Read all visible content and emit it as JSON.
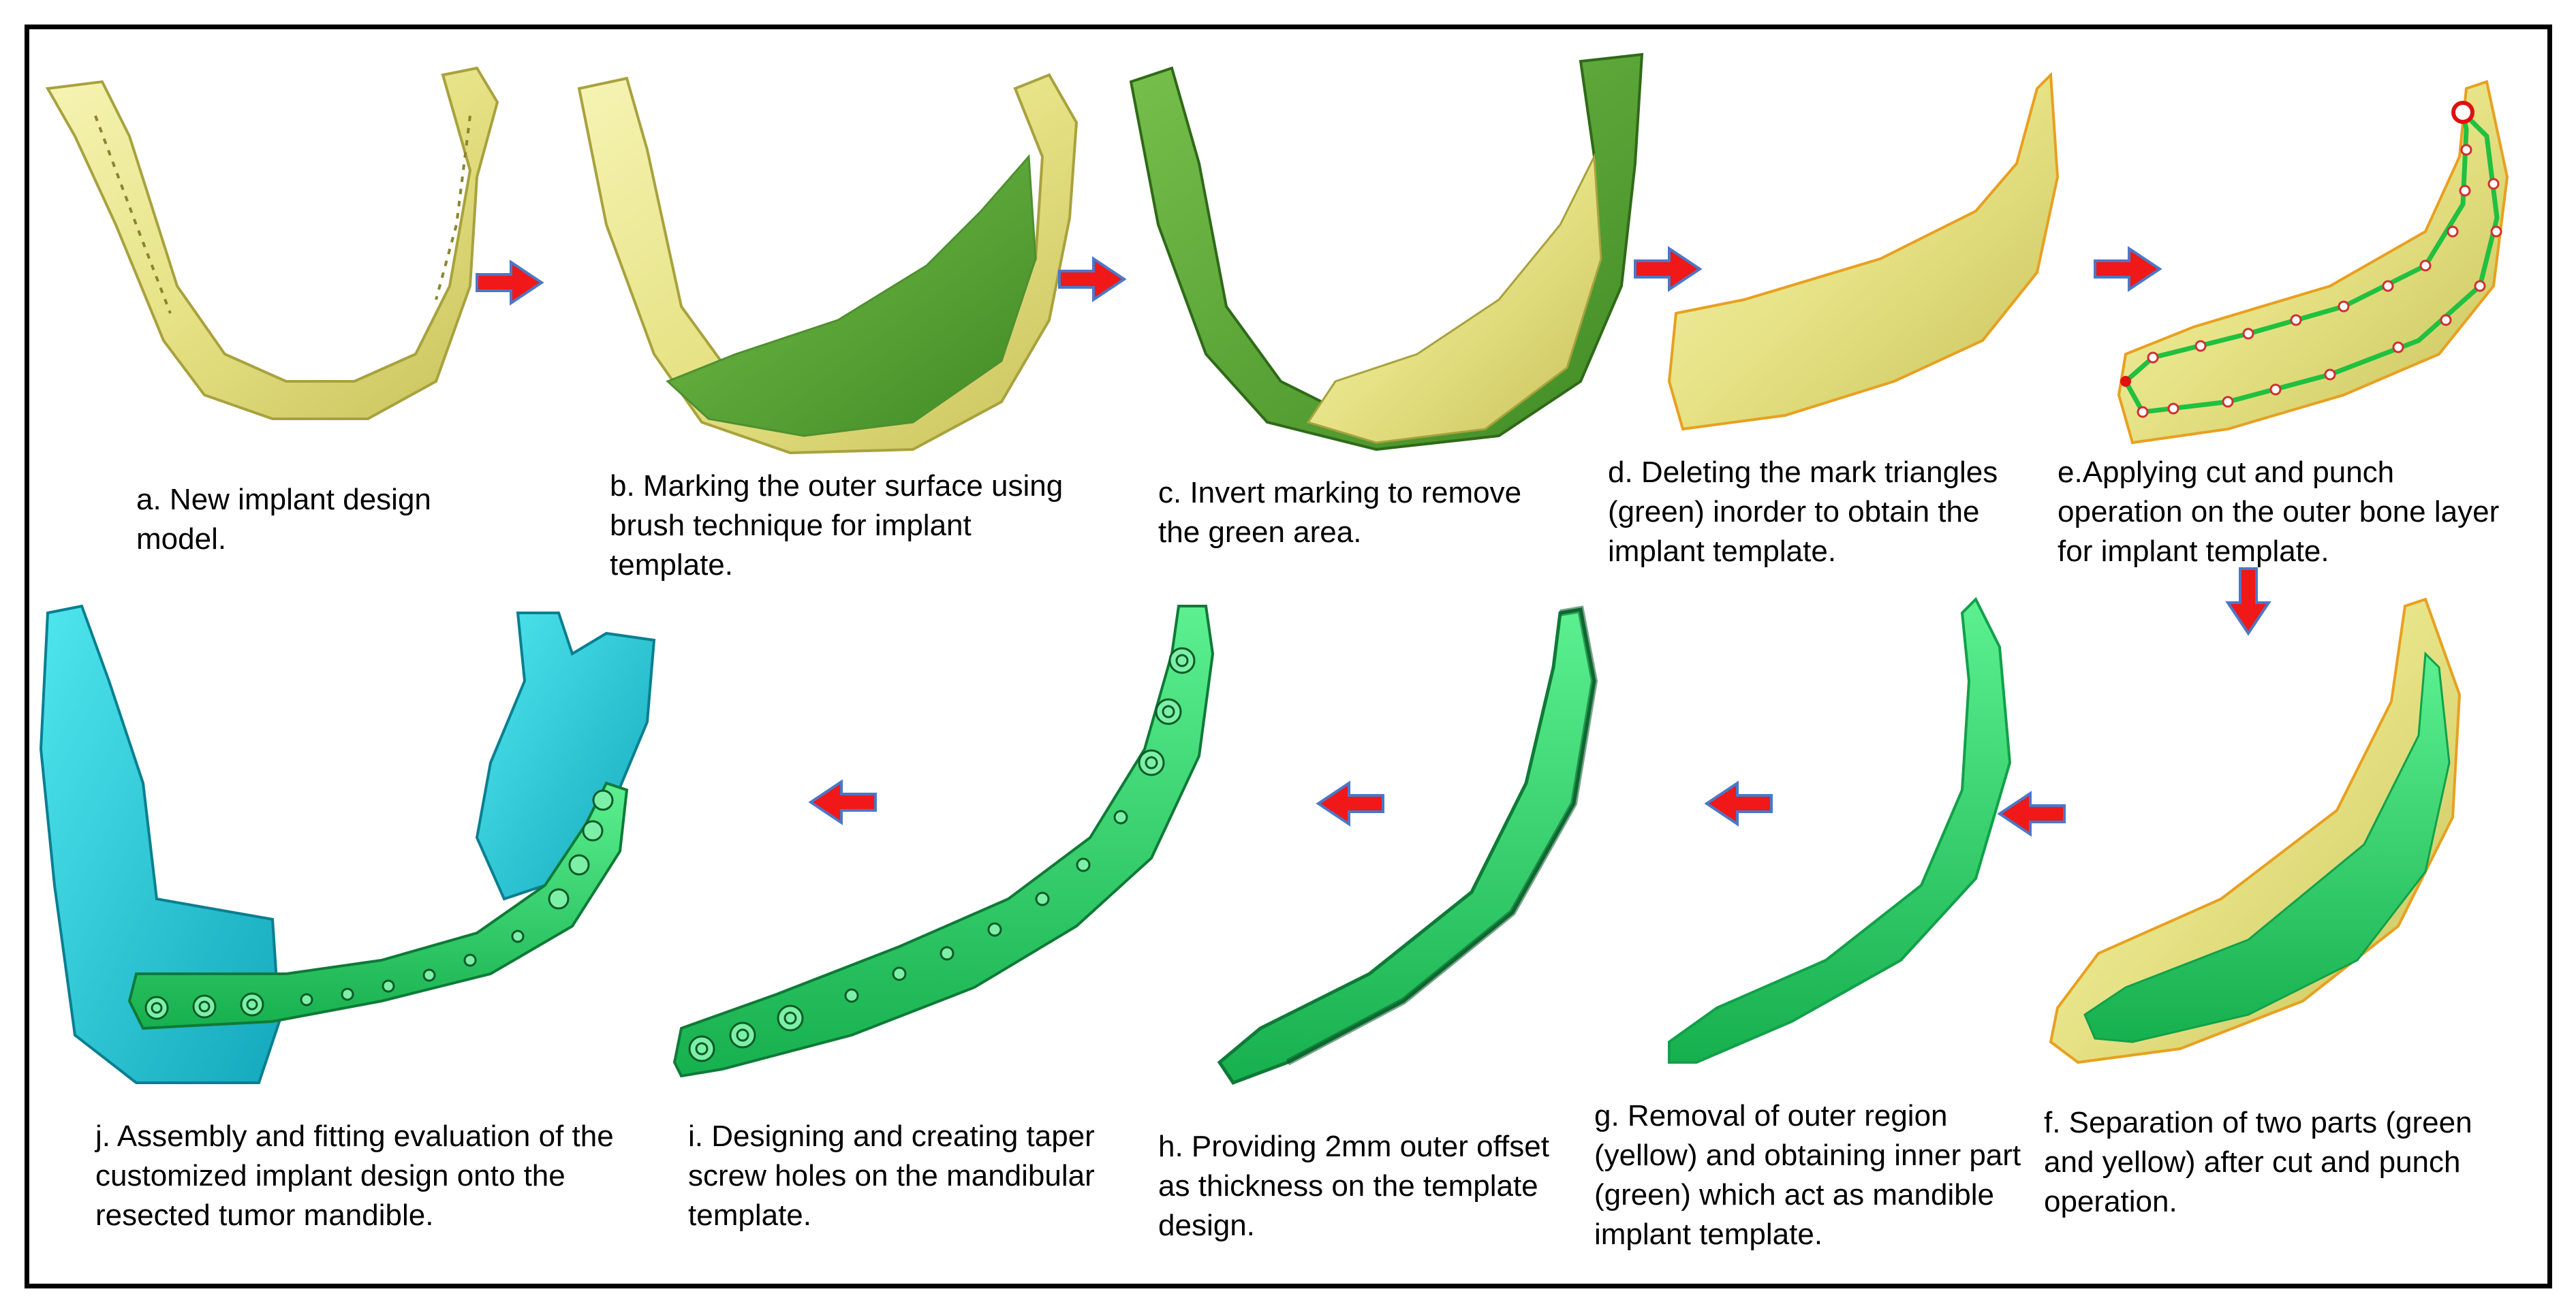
{
  "steps": [
    {
      "id": "a",
      "caption": "a. New implant design model."
    },
    {
      "id": "b",
      "caption": "b. Marking  the outer surface using brush technique for implant template."
    },
    {
      "id": "c",
      "caption": "c. Invert marking to remove the green area."
    },
    {
      "id": "d",
      "caption": "d. Deleting the mark triangles (green) inorder to obtain the implant template."
    },
    {
      "id": "e",
      "caption": "e.Applying cut and punch operation on the outer bone layer for implant template."
    },
    {
      "id": "f",
      "caption": "f.  Separation of two parts (green and yellow) after cut and punch operation."
    },
    {
      "id": "g",
      "caption": "g. Removal of outer region (yellow) and obtaining inner part (green) which act as mandible implant template."
    },
    {
      "id": "h",
      "caption": "h. Providing 2mm outer offset as thickness on the template design."
    },
    {
      "id": "i",
      "caption": "i. Designing and creating taper screw holes on the mandibular template."
    },
    {
      "id": "j",
      "caption": "j. Assembly and fitting evaluation of the customized implant design onto the resected tumor mandible."
    }
  ],
  "colors": {
    "bone_yellow": "#e9e68a",
    "bone_yellow_dark": "#b7b14e",
    "marked_green": "#5fa83a",
    "marked_green_dark": "#3d7a22",
    "implant_green": "#2ed870",
    "implant_green_dark": "#12a04a",
    "resected_cyan": "#27d0dc",
    "arrow_red": "#f01818",
    "arrow_outline": "#4a78c8"
  }
}
